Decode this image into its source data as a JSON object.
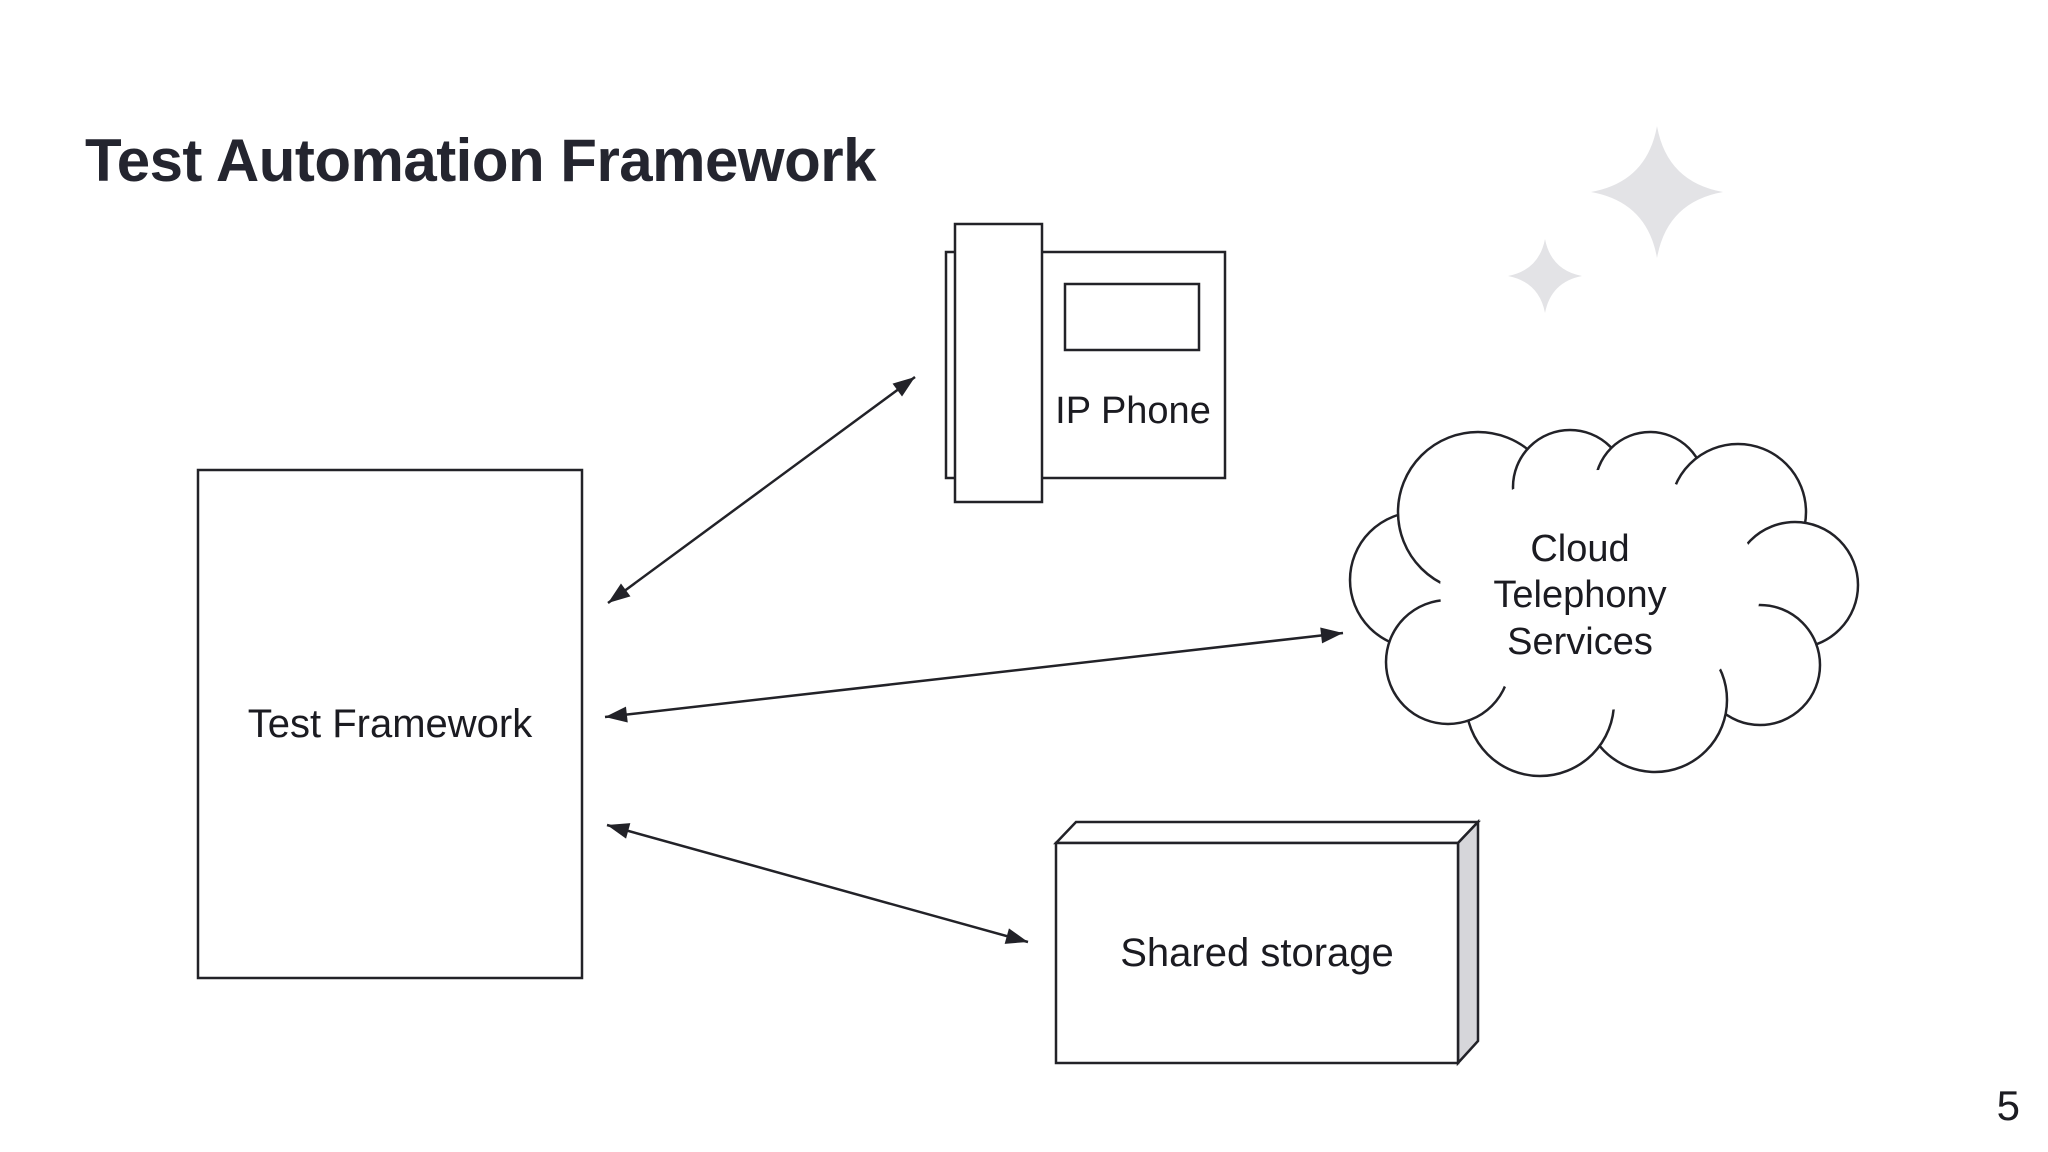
{
  "slide": {
    "title": "Test Automation Framework",
    "page_number": "5"
  },
  "diagram": {
    "test_framework": {
      "label": "Test Framework"
    },
    "ip_phone": {
      "label": "IP Phone"
    },
    "cloud": {
      "label": "Cloud\nTelephony\nServices"
    },
    "shared_storage": {
      "label": "Shared storage"
    },
    "arrows": [
      {
        "from": "test-framework",
        "to": "ip-phone",
        "style": "double-headed"
      },
      {
        "from": "test-framework",
        "to": "cloud-telephony-services",
        "style": "double-headed"
      },
      {
        "from": "test-framework",
        "to": "shared-storage",
        "style": "double-headed"
      }
    ],
    "colors": {
      "ink": "#222228",
      "text": "#1b1b21",
      "title": "#24252f",
      "box_side_gray": "#d6d6da",
      "sparkle_gray": "#e3e3e6",
      "background": "#ffffff"
    }
  }
}
